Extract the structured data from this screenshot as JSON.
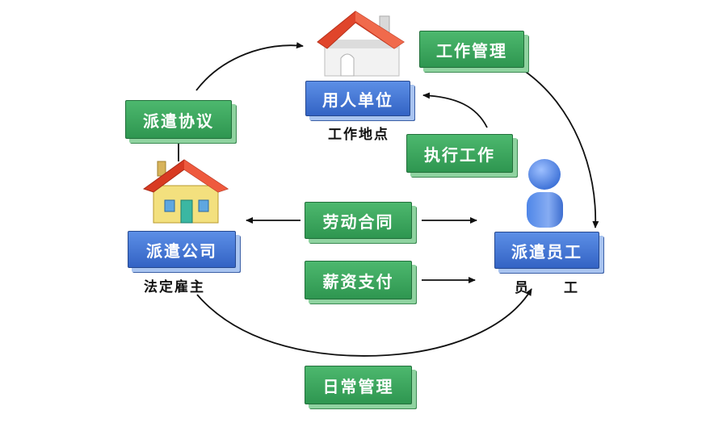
{
  "boxes": {
    "work_management": "工作管理",
    "dispatch_agreement": "派遣协议",
    "employer_unit": "用人单位",
    "execute_work": "执行工作",
    "labor_contract": "劳动合同",
    "dispatch_company": "派遣公司",
    "salary_payment": "薪资支付",
    "dispatched_employee": "派遣员工",
    "daily_management": "日常管理"
  },
  "captions": {
    "workplace": "工作地点",
    "legal_employer": "法定雇主",
    "employee_1": "员",
    "employee_2": "工"
  },
  "colors": {
    "green_box": "#36a35a",
    "blue_box": "#4477d6",
    "roof_red": "#e0452b",
    "person_blue": "#4f86e8",
    "arrow": "#111111"
  }
}
